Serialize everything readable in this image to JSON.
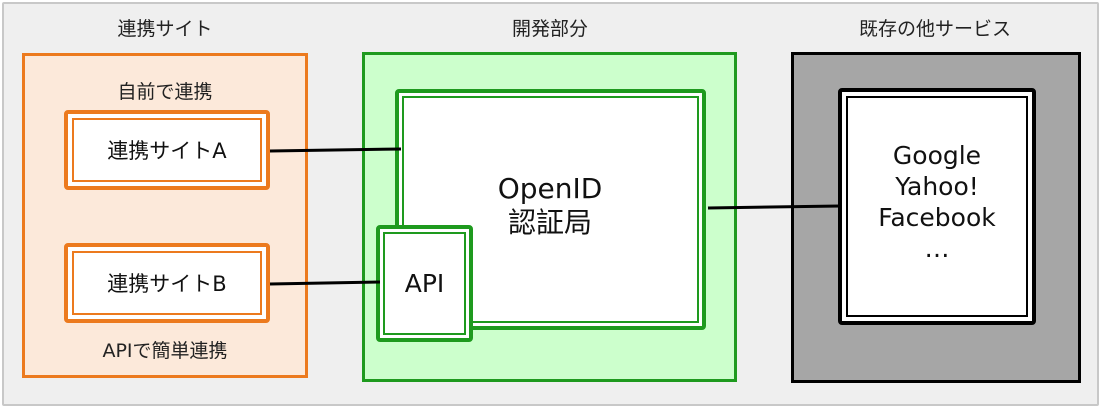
{
  "columns": {
    "left_title": "連携サイト",
    "middle_title": "開発部分",
    "right_title": "既存の他サービス"
  },
  "left": {
    "top_label": "自前で連携",
    "site_a": "連携サイトA",
    "site_b": "連携サイトB",
    "bottom_label": "APIで簡単連携"
  },
  "middle": {
    "openid_line1": "OpenID",
    "openid_line2": "認証局",
    "api_label": "API"
  },
  "right": {
    "services": [
      "Google",
      "Yahoo!",
      "Facebook",
      "…"
    ]
  },
  "colors": {
    "orange": "#ec7a1e",
    "orange_fill": "#fce9da",
    "green": "#1e9a1e",
    "green_fill": "#ccffcc",
    "gray_fill": "#a6a6a6",
    "black": "#000000"
  }
}
